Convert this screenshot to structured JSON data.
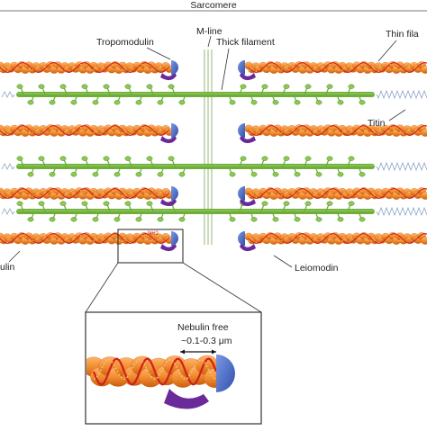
{
  "labels": {
    "sarcomere": "Sarcomere",
    "m_line": "M-line",
    "tropomodulin": "Tropomodulin",
    "thick_filament": "Thick filament",
    "thin_filament_partial": "Thin fila",
    "titin": "Titin",
    "nebulin_partial": "ulin",
    "leiomodin": "Leiomodin",
    "nh2": "NH2",
    "nebulin_free": "Nebulin free",
    "distance": "~0.1-0.3 μm"
  },
  "colors": {
    "actin": "#f08a2c",
    "actin_dark": "#c85e10",
    "tropomyosin": "#d0201c",
    "thick": "#6fae3a",
    "myosin_head": "#8cc950",
    "tropomodulin": "#4f6fc6",
    "leiomodin": "#6a2a9a",
    "titin": "#8aa3c4"
  }
}
